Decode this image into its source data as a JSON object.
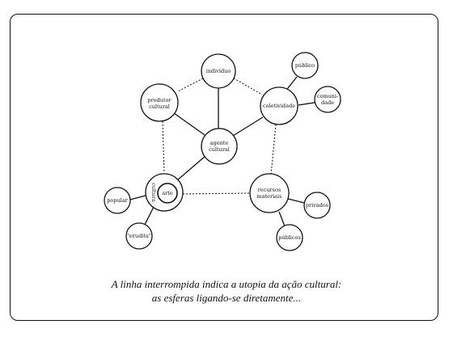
{
  "nodes": {
    "individuo": [
      "indivíduo"
    ],
    "produtor": [
      "produtor",
      "cultural"
    ],
    "coletividade": [
      "coletividade"
    ],
    "publico_top": [
      "público"
    ],
    "comunidade": [
      "comuni-",
      "dade"
    ],
    "agente": [
      "agente",
      "cultural"
    ],
    "cultura": [
      "cultura"
    ],
    "arte": [
      "arte"
    ],
    "recursos": [
      "recursos",
      "materiais"
    ],
    "popular": [
      "popular"
    ],
    "erudita": [
      "\"erudita\""
    ],
    "privados": [
      "privados"
    ],
    "publicos_bottom": [
      "públicos"
    ]
  },
  "caption": {
    "line1": "A linha interrompida indica a utopia da ação  cultural:",
    "line2": "as esferas ligando-se diretamente..."
  }
}
